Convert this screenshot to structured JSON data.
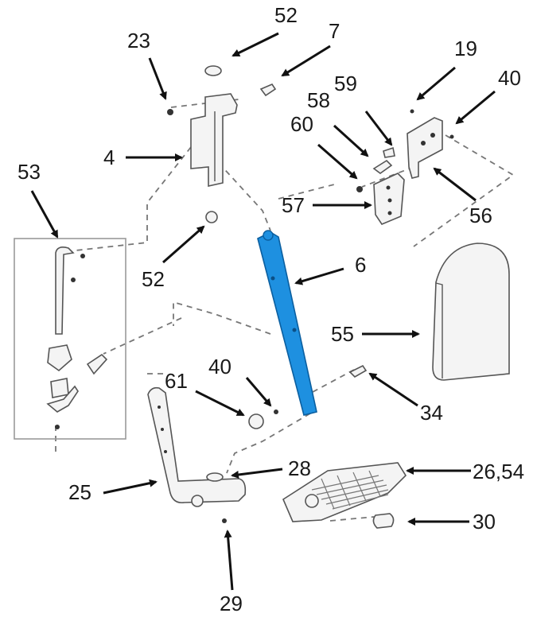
{
  "diagram": {
    "highlight_color": "#1e90e0",
    "callouts": {
      "c52a": "52",
      "c7": "7",
      "c23": "23",
      "c19": "19",
      "c40a": "40",
      "c59": "59",
      "c58": "58",
      "c60": "60",
      "c4": "4",
      "c53": "53",
      "c57": "57",
      "c56": "56",
      "c52b": "52",
      "c6": "6",
      "c55": "55",
      "c61": "61",
      "c40b": "40",
      "c34": "34",
      "c28": "28",
      "c2654": "26,54",
      "c25": "25",
      "c30": "30",
      "c29": "29"
    }
  }
}
